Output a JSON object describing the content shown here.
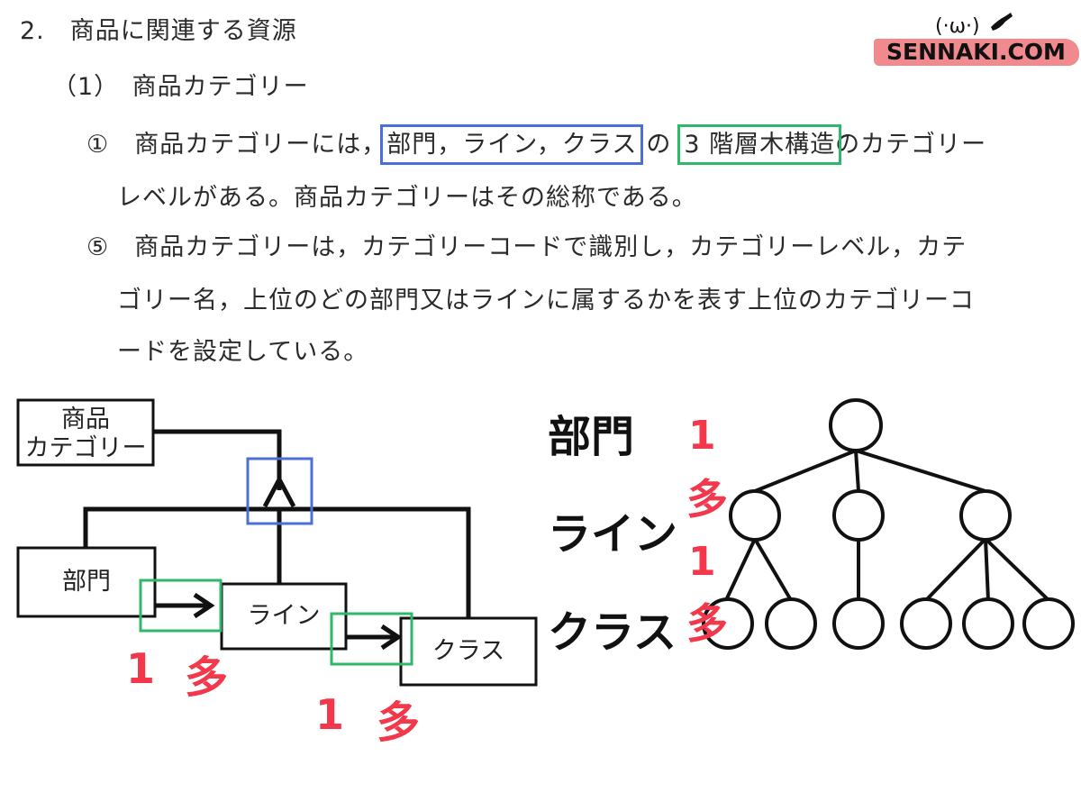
{
  "heading": "2.　商品に関連する資源",
  "subheading": "（1）　商品カテゴリー",
  "para1": {
    "marker": "①　商品カテゴリーには，",
    "blue": "部門，ライン，クラス",
    "mid": "の",
    "green": "3 階層木構造",
    "tail": "のカテゴリー",
    "line2": "レベルがある。商品カテゴリーはその総称である。"
  },
  "para5": {
    "line1": "⑤　商品カテゴリーは，カテゴリーコードで識別し，カテゴリーレベル，カテ",
    "line2": "ゴリー名，上位のどの部門又はラインに属するかを表す上位のカテゴリーコ",
    "line3": "ードを設定している。"
  },
  "logo": {
    "text": "SENNAKI.COM",
    "face": "(·ω·)"
  },
  "left_diagram": {
    "category_box": [
      "商品",
      "カテゴリー"
    ],
    "division_box": "部門",
    "line_box": "ライン",
    "class_box": "クラス",
    "cardinality": [
      {
        "one": "1",
        "many": "多"
      },
      {
        "one": "1",
        "many": "多"
      }
    ],
    "colors": {
      "blue": "#4b6fd9",
      "green": "#2fb76a",
      "red": "#f2384a"
    }
  },
  "right_tree": {
    "levels": [
      "部門",
      "ライン",
      "クラス"
    ],
    "cardinality": [
      {
        "one": "1",
        "many": "多"
      },
      {
        "one": "1",
        "many": "多"
      }
    ]
  }
}
